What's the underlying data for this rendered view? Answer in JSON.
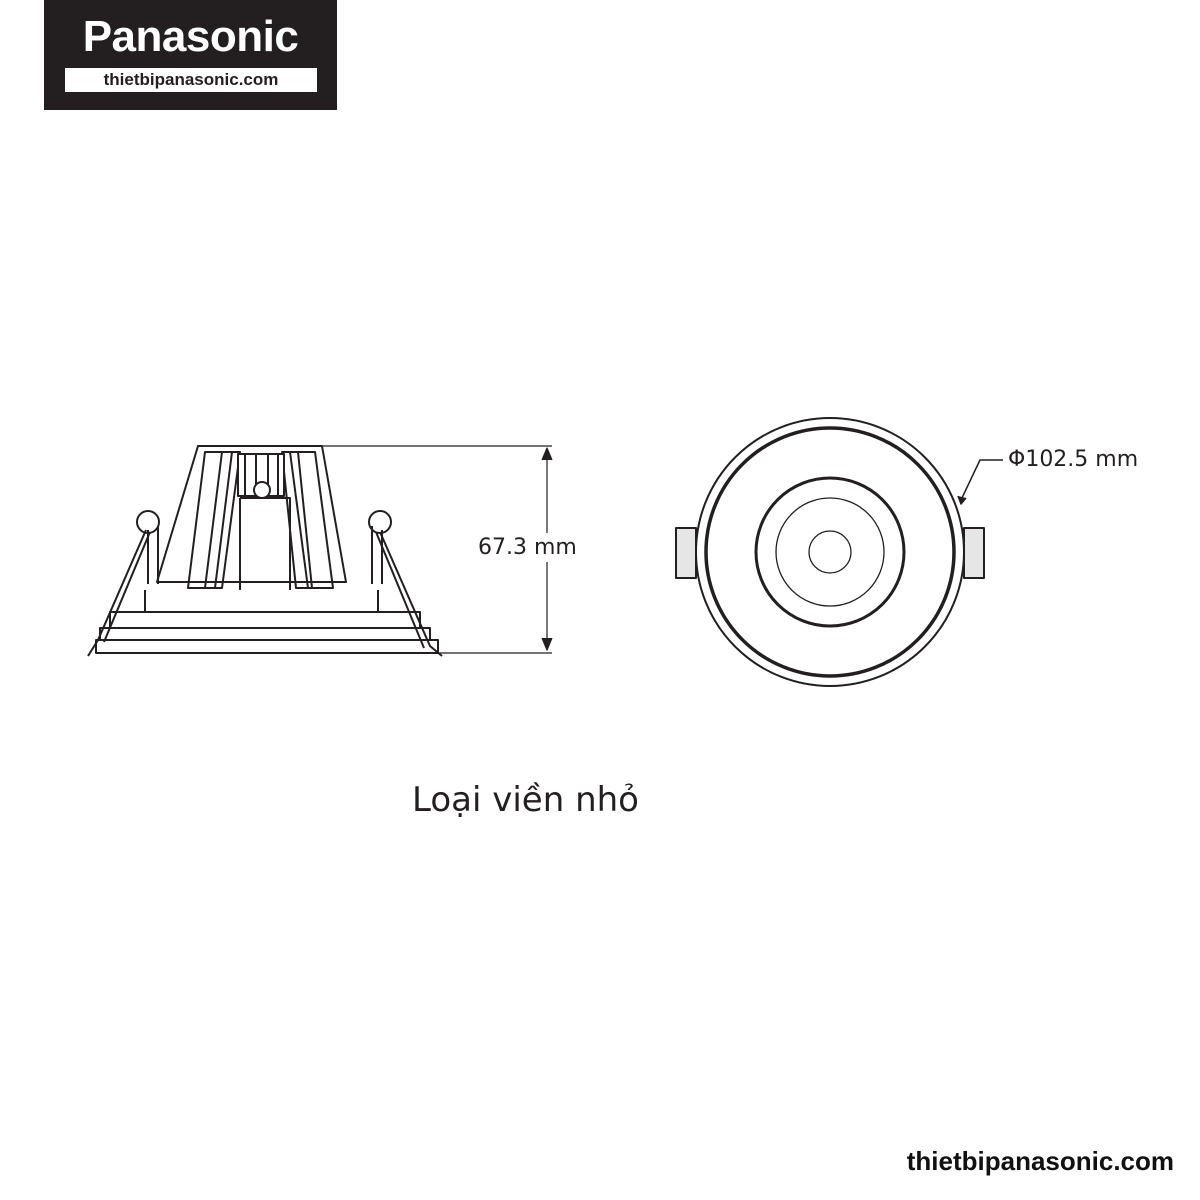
{
  "logo": {
    "brand": "Panasonic",
    "url": "thietbipanasonic.com"
  },
  "dimensions": {
    "height_label": "67.3 mm",
    "diameter_label": "Φ102.5 mm"
  },
  "caption": "Loại viền nhỏ",
  "footer": "thietbipanasonic.com"
}
